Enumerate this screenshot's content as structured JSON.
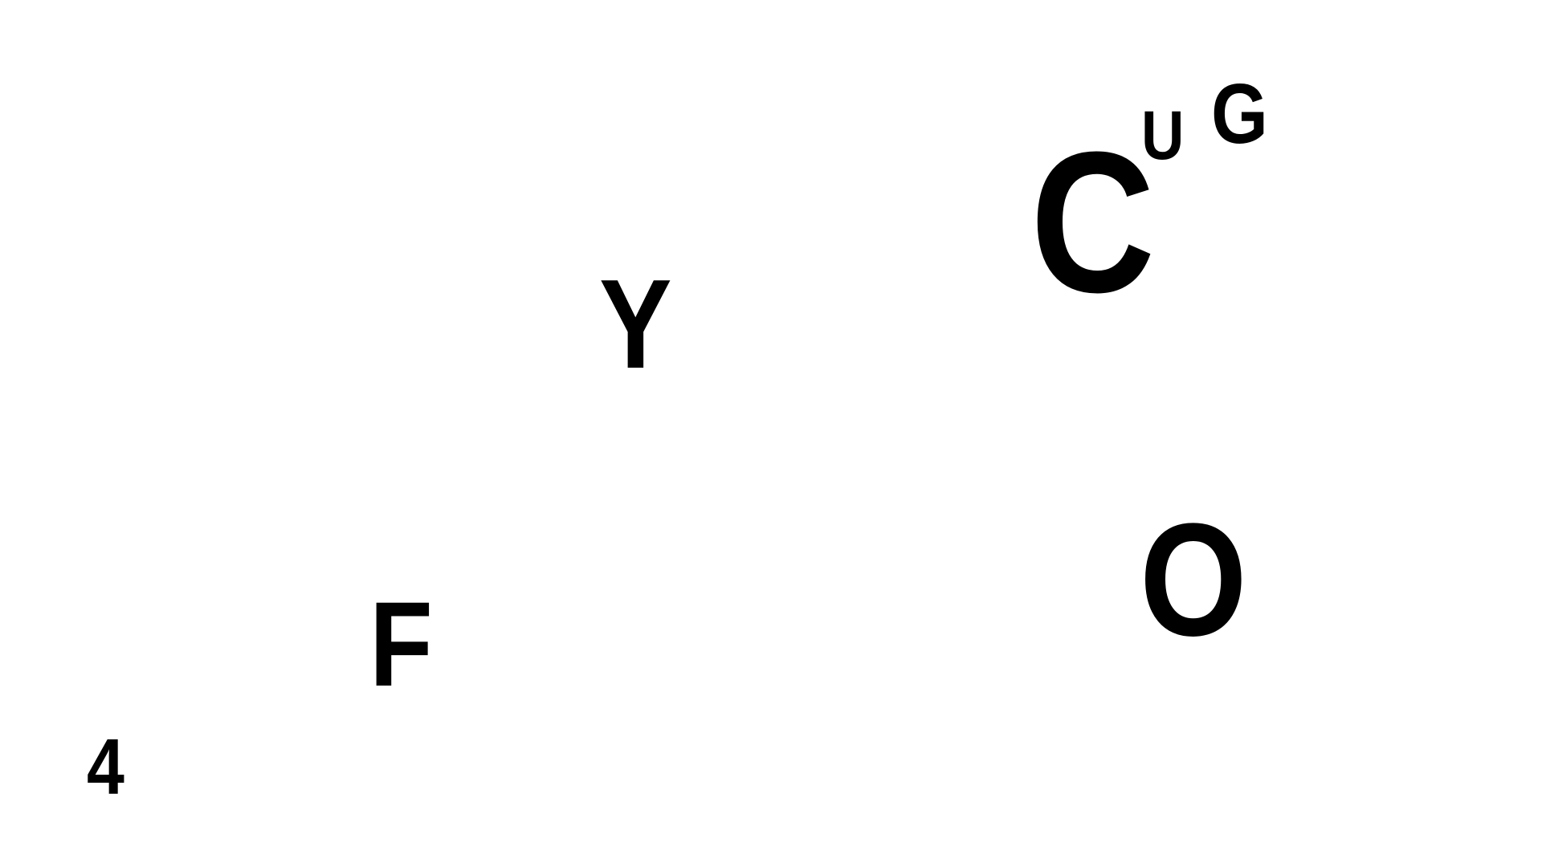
{
  "letters": {
    "y": "Y",
    "c": "C",
    "u": "U",
    "g": "G",
    "o": "O",
    "f": "F",
    "four": "4"
  },
  "colors": {
    "background": "#ffffff",
    "text": "#000000"
  }
}
